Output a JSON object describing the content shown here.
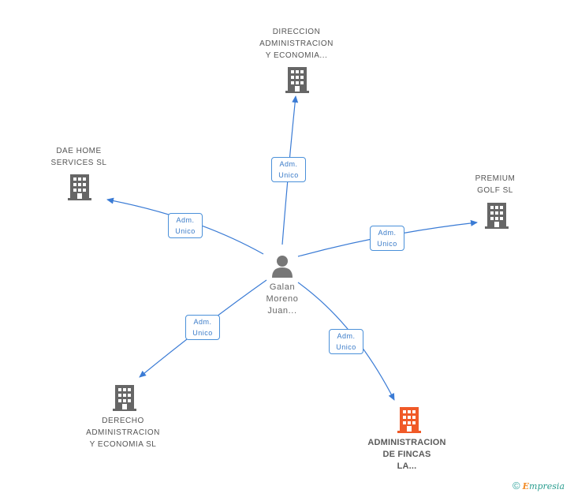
{
  "center": {
    "label_lines": [
      "Galan",
      "Moreno",
      "Juan..."
    ],
    "icon": "person-icon"
  },
  "nodes": [
    {
      "id": "direccion",
      "label_lines": [
        "DIRECCION",
        "ADMINISTRACION",
        "Y ECONOMIA..."
      ],
      "icon": "building-icon",
      "color": "#666666",
      "highlight": false
    },
    {
      "id": "dae",
      "label_lines": [
        "DAE HOME",
        "SERVICES SL"
      ],
      "icon": "building-icon",
      "color": "#666666",
      "highlight": false
    },
    {
      "id": "premium",
      "label_lines": [
        "PREMIUM",
        "GOLF SL"
      ],
      "icon": "building-icon",
      "color": "#666666",
      "highlight": false
    },
    {
      "id": "derecho",
      "label_lines": [
        "DERECHO",
        "ADMINISTRACION",
        "Y ECONOMIA SL"
      ],
      "icon": "building-icon",
      "color": "#666666",
      "highlight": false
    },
    {
      "id": "fincas",
      "label_lines": [
        "ADMINISTRACION",
        "DE FINCAS",
        "LA..."
      ],
      "icon": "building-icon",
      "color": "#f05a28",
      "highlight": true
    }
  ],
  "edges": [
    {
      "to": "direccion",
      "role_lines": [
        "Adm.",
        "Unico"
      ]
    },
    {
      "to": "dae",
      "role_lines": [
        "Adm.",
        "Unico"
      ]
    },
    {
      "to": "premium",
      "role_lines": [
        "Adm.",
        "Unico"
      ]
    },
    {
      "to": "derecho",
      "role_lines": [
        "Adm.",
        "Unico"
      ]
    },
    {
      "to": "fincas",
      "role_lines": [
        "Adm.",
        "Unico"
      ]
    }
  ],
  "edge_color": "#3a7bd5",
  "footer": {
    "copyright_symbol": "©",
    "brand_first": "E",
    "brand_rest": "mpresia"
  }
}
